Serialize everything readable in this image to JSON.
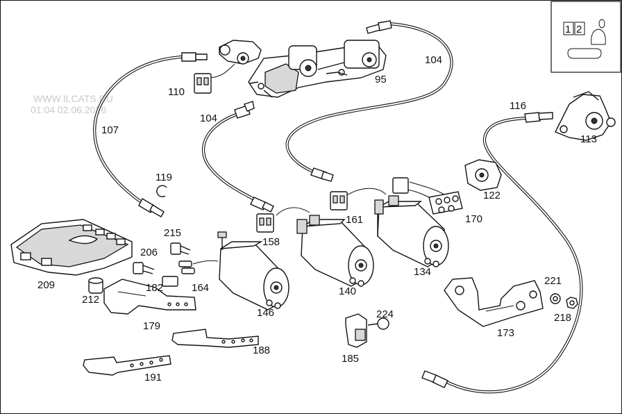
{
  "watermark": {
    "site": "WWW.ILCATS.RU",
    "stamp": "01:04 02.06.2026"
  },
  "inset": {
    "box_1": "1",
    "box_2": "2"
  },
  "callouts": {
    "p95": "95",
    "p104a": "104",
    "p104b": "104",
    "p107": "107",
    "p110": "110",
    "p113": "113",
    "p116": "116",
    "p119": "119",
    "p122": "122",
    "p134": "134",
    "p140": "140",
    "p146": "146",
    "p158": "158",
    "p161": "161",
    "p164": "164",
    "p170": "170",
    "p173": "173",
    "p179": "179",
    "p182": "182",
    "p185": "185",
    "p188": "188",
    "p191": "191",
    "p206": "206",
    "p209": "209",
    "p212": "212",
    "p215": "215",
    "p218": "218",
    "p221": "221",
    "p224": "224"
  }
}
